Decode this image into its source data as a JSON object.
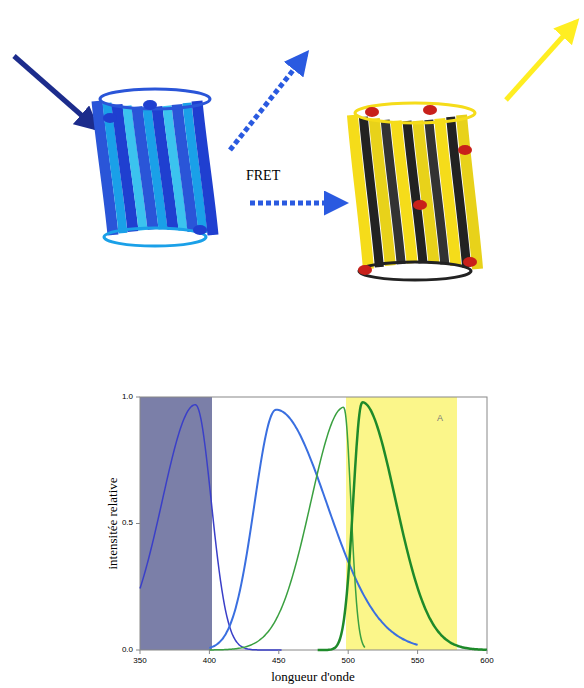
{
  "diagram": {
    "labels": [
      "FRET",
      "1.0",
      "0.5",
      "0.0",
      "350",
      "400",
      "450",
      "500",
      "550",
      "600",
      "A",
      "intensitée relative",
      "longueur d'onde"
    ]
  }
}
